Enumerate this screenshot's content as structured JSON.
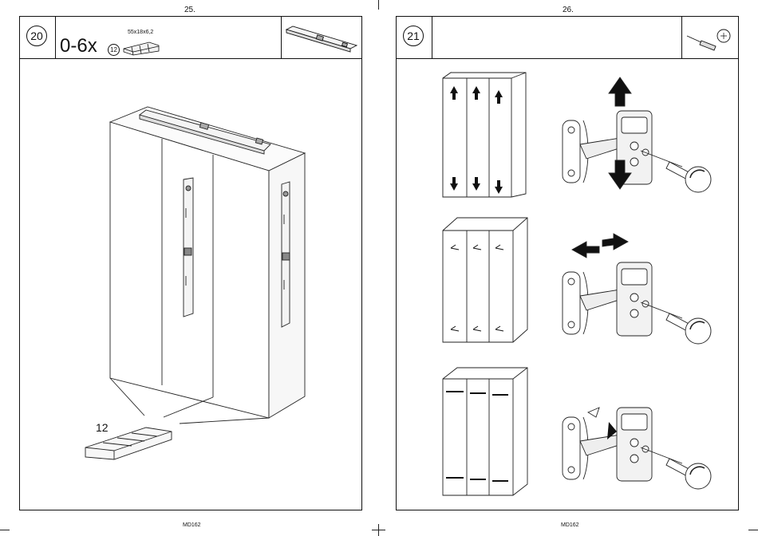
{
  "document": {
    "code": "MD162"
  },
  "left_page": {
    "page_number": "25.",
    "step": "20",
    "quantity": "0-6x",
    "part_number": "12",
    "part_dimensions": "55x18x6,2",
    "callout_label": "12",
    "tool_icon": "spirit-level-icon"
  },
  "right_page": {
    "page_number": "26.",
    "step": "21",
    "tool_icon": "screwdriver-icon",
    "rows": [
      {
        "adjustment": "vertical"
      },
      {
        "adjustment": "horizontal"
      },
      {
        "adjustment": "depth"
      }
    ]
  }
}
